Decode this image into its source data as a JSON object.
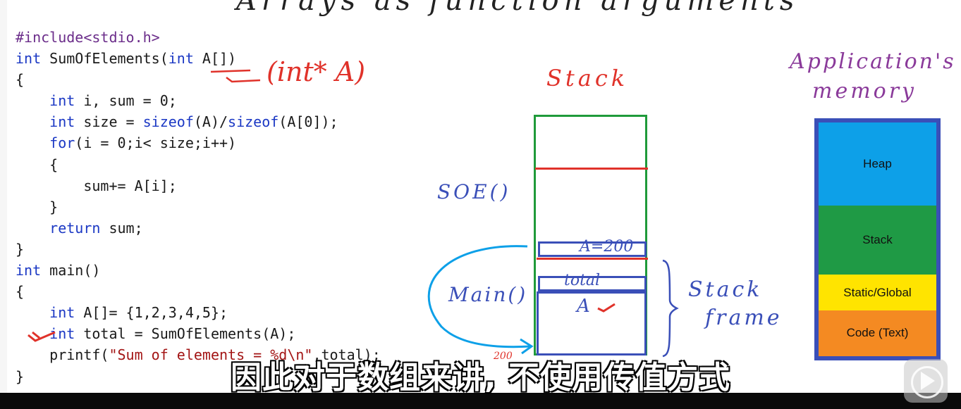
{
  "slide_title": "Arrays as function arguments",
  "code_lines": [
    [
      {
        "t": "#include",
        "c": "pp"
      },
      {
        "t": "<stdio.h>",
        "c": "pp"
      }
    ],
    [
      {
        "t": "int",
        "c": "kw"
      },
      {
        "t": " SumOfElements(",
        "c": ""
      },
      {
        "t": "int",
        "c": "kw"
      },
      {
        "t": " A[])",
        "c": ""
      }
    ],
    [
      {
        "t": "{",
        "c": ""
      }
    ],
    [
      {
        "t": "    ",
        "c": ""
      },
      {
        "t": "int",
        "c": "kw"
      },
      {
        "t": " i, sum = 0;",
        "c": ""
      }
    ],
    [
      {
        "t": "    ",
        "c": ""
      },
      {
        "t": "int",
        "c": "kw"
      },
      {
        "t": " size = ",
        "c": ""
      },
      {
        "t": "sizeof",
        "c": "kw"
      },
      {
        "t": "(A)/",
        "c": ""
      },
      {
        "t": "sizeof",
        "c": "kw"
      },
      {
        "t": "(A[0]);",
        "c": ""
      }
    ],
    [
      {
        "t": "    ",
        "c": ""
      },
      {
        "t": "for",
        "c": "kw"
      },
      {
        "t": "(i = 0;i< size;i++)",
        "c": ""
      }
    ],
    [
      {
        "t": "    {",
        "c": ""
      }
    ],
    [
      {
        "t": "        sum+= A[i];",
        "c": ""
      }
    ],
    [
      {
        "t": "    }",
        "c": ""
      }
    ],
    [
      {
        "t": "    ",
        "c": ""
      },
      {
        "t": "return",
        "c": "kw"
      },
      {
        "t": " sum;",
        "c": ""
      }
    ],
    [
      {
        "t": "}",
        "c": ""
      }
    ],
    [
      {
        "t": "int",
        "c": "kw"
      },
      {
        "t": " main()",
        "c": ""
      }
    ],
    [
      {
        "t": "{",
        "c": ""
      }
    ],
    [
      {
        "t": "    ",
        "c": ""
      },
      {
        "t": "int",
        "c": "kw"
      },
      {
        "t": " A[]= {1,2,3,4,5};",
        "c": ""
      }
    ],
    [
      {
        "t": "    ",
        "c": ""
      },
      {
        "t": "int",
        "c": "kw"
      },
      {
        "t": " total = SumOfElements(A);",
        "c": ""
      }
    ],
    [
      {
        "t": "    printf(",
        "c": ""
      },
      {
        "t": "\"Sum of elements = %d\\n\"",
        "c": "str"
      },
      {
        "t": ",total);",
        "c": ""
      }
    ],
    [
      {
        "t": "}",
        "c": ""
      }
    ]
  ],
  "annotations": {
    "param_note": "(int* A)",
    "stack_label": "Stack",
    "app_memory_label_line1": "Application's",
    "app_memory_label_line2": "memory",
    "soe_label": "SOE()",
    "main_label": "Main()",
    "stack_frame_line1": "Stack",
    "stack_frame_line2": "frame",
    "a_eq_200": "A=200",
    "total_label": "total",
    "a_label": "A",
    "addr_200": "200"
  },
  "memory_segments": {
    "heap": "Heap",
    "stack": "Stack",
    "static": "Static/Global",
    "code": "Code (Text)"
  },
  "subtitle": "因此对于数组来讲, 不使用传值方式"
}
